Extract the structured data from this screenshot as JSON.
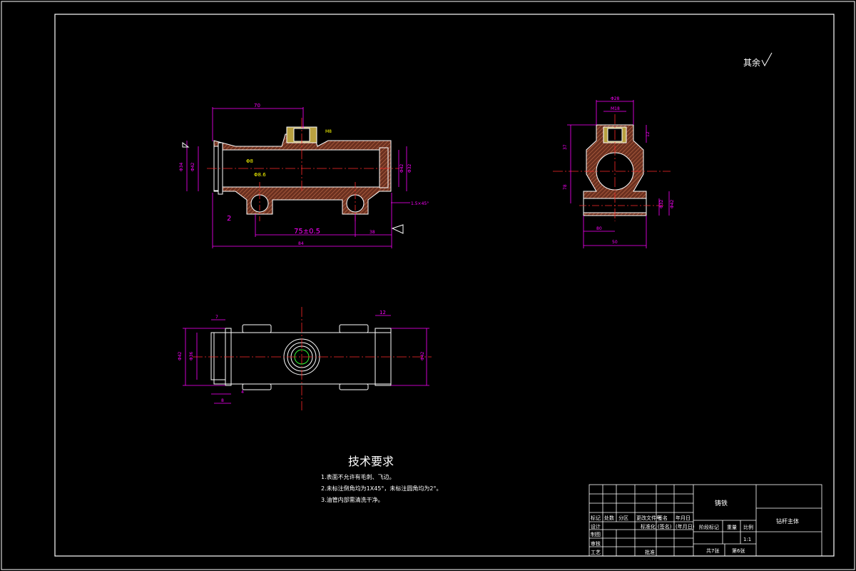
{
  "colors": {
    "background": "#000000",
    "outline": "#ffffff",
    "dimension": "#ff00ff",
    "centerline": "#ff2a2a",
    "section": "#b05a40",
    "accent_yellow": "#ffff00",
    "accent_green": "#33ff33"
  },
  "roughness_note": "其余",
  "front_view": {
    "dims": {
      "top_length": "70",
      "center_span": "75±0.5",
      "right_offset": "38",
      "overall": "84",
      "left_small": "2",
      "chamfer": "1.5×45°",
      "dia_outer": "Φ34",
      "dia_inner": "Φ42",
      "dia_right": "Φ32",
      "dia_right2": "Φ42",
      "thread": "M8",
      "bore_label": "Φ8",
      "hole_label": "Φ8.6"
    }
  },
  "side_view": {
    "dims": {
      "top_dia": "Φ28",
      "top_thread": "M18",
      "height_top": "37",
      "height_mid": "78",
      "right_dim": "12",
      "base_width": "80",
      "base_half": "50",
      "base_dia": "Φ42",
      "base_bore": "Φ32"
    }
  },
  "plan_view": {
    "dims": {
      "left_dia": "Φ42",
      "left_dia2": "Φ36",
      "right_dia": "Φ42",
      "top_small": "7",
      "top_right": "12",
      "bottom_a": "4",
      "bottom_b": "8"
    }
  },
  "tech_req": {
    "title": "技术要求",
    "items": [
      "1.表面不允许有毛刺、飞边。",
      "2.未标注倒角均为1X45°，未标注圆角均为2°。",
      "3.油管内部需清洗干净。"
    ]
  },
  "title_block": {
    "material": "铸铁",
    "part_name": "钻杆主体",
    "row_labels": [
      "标记",
      "处数",
      "分区",
      "更改文件号",
      "签名",
      "年月日"
    ],
    "design": "设计",
    "standard": "标准化",
    "sign": "(签名)",
    "date": "(年月日)",
    "stage": "阶段标记",
    "weight": "重量",
    "scale_label": "比例",
    "scale": "1:1",
    "draw": "制图",
    "check": "审核",
    "process": "工艺",
    "approve": "批准",
    "sheets_total": "共7张",
    "sheet_no": "第6张"
  }
}
